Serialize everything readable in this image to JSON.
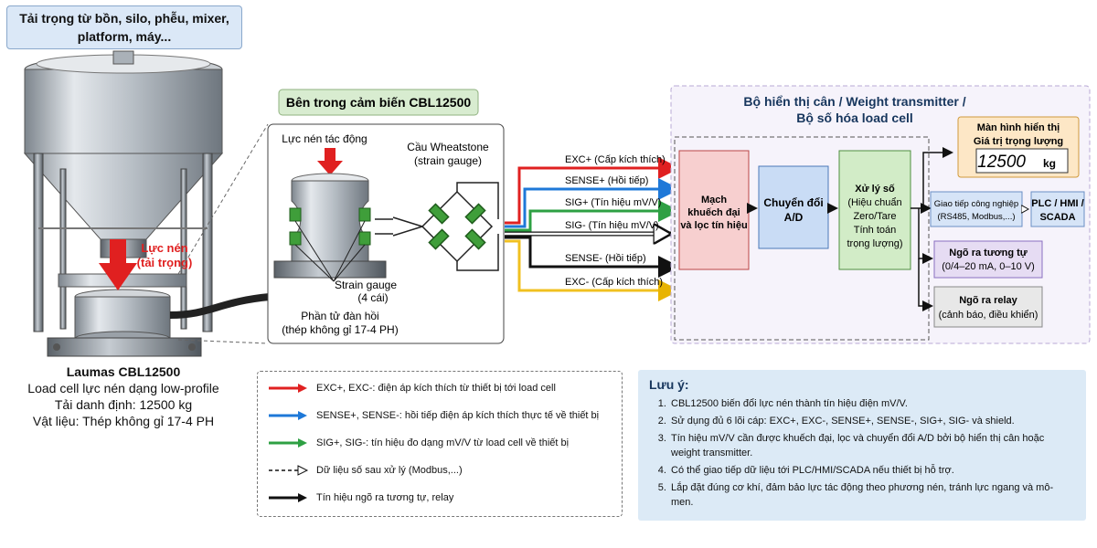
{
  "load_title": "Tải trọng từ bồn, silo, phễu, mixer, platform, máy...",
  "load_title_line1": "Tải trọng từ bồn, silo, phễu, mixer,",
  "load_title_line2": "platform, máy...",
  "force_label_line1": "Lực nén",
  "force_label_line2": "(tải trọng)",
  "product": {
    "name": "Laumas CBL12500",
    "type": "Load cell lực nén dạng low-profile",
    "rated_load": "Tải danh định: 12500 kg",
    "material": "Vật liệu: Thép không gỉ 17-4 PH"
  },
  "sensor": {
    "title": "Bên trong cảm biến CBL12500",
    "force_label": "Lực nén tác động",
    "bridge_label_line1": "Cầu Wheatstone",
    "bridge_label_line2": "(strain gauge)",
    "gauge_label_line1": "Strain gauge",
    "gauge_label_line2": "(4 cái)",
    "elastic_line1": "Phần tử đàn hồi",
    "elastic_line2": "(thép không gỉ 17-4 PH)"
  },
  "signals": [
    {
      "label": "EXC+ (Cấp kích thích)",
      "color": "#e02020"
    },
    {
      "label": "SENSE+ (Hồi tiếp)",
      "color": "#1e78d8"
    },
    {
      "label": "SIG+ (Tín hiệu mV/V)",
      "color": "#2ea043"
    },
    {
      "label": "SIG- (Tín hiệu mV/V)",
      "color": "#ffffff"
    },
    {
      "label": "SENSE- (Hồi tiếp)",
      "color": "#111111"
    },
    {
      "label": "EXC- (Cấp kích thích)",
      "color": "#f0c020"
    }
  ],
  "transmitter": {
    "title_line1": "Bộ hiển thị cân / Weight transmitter /",
    "title_line2": "Bộ số hóa load cell",
    "amp_line1": "Mạch",
    "amp_line2": "khuếch đại",
    "amp_line3": "và lọc tín hiệu",
    "adc_line1": "Chuyển đổi",
    "adc_line2": "A/D",
    "proc_line1": "Xử lý số",
    "proc_line2": "(Hiệu chuẩn",
    "proc_line3": "Zero/Tare",
    "proc_line4": "Tính toán",
    "proc_line5": "trọng lượng)",
    "display_line1": "Màn hình hiển thị",
    "display_line2": "Giá trị trọng lượng",
    "display_value": "12500",
    "display_unit": "kg",
    "comm_line1": "Giao tiếp công nghiệp",
    "comm_line2": "(RS485, Modbus,...)",
    "plc_line1": "PLC / HMI /",
    "plc_line2": "SCADA",
    "analog_line1": "Ngõ ra tương tự",
    "analog_line2": "(0/4–20 mA, 0–10 V)",
    "relay_line1": "Ngõ ra relay",
    "relay_line2": "(cảnh báo, điều khiển)"
  },
  "legend": [
    {
      "style": "red",
      "text": "EXC+, EXC-: điện áp kích thích từ thiết bị tới load cell"
    },
    {
      "style": "blue",
      "text": "SENSE+, SENSE-: hồi tiếp điện áp kích thích thực tế về thiết bị"
    },
    {
      "style": "green",
      "text": "SIG+, SIG-: tín hiệu đo dạng mV/V từ load cell về thiết bị"
    },
    {
      "style": "dashed",
      "text": "Dữ liệu số sau xử lý (Modbus,...)"
    },
    {
      "style": "black",
      "text": "Tín hiệu ngõ ra tương tự, relay"
    }
  ],
  "notes": {
    "title": "Lưu ý:",
    "items": [
      "CBL12500 biến đổi lực nén thành tín hiệu điện mV/V.",
      "Sử dụng đủ 6 lõi cáp: EXC+, EXC-, SENSE+, SENSE-, SIG+, SIG- và shield.",
      "Tín hiệu mV/V cần được khuếch đại, lọc và chuyển đổi A/D bởi bộ hiển thị cân hoặc weight transmitter.",
      "Có thể giao tiếp dữ liệu tới PLC/HMI/SCADA nếu thiết bị hỗ trợ.",
      "Lắp đặt đúng cơ khí, đảm bảo lực tác động theo phương nén, tránh lực ngang và mô-men."
    ]
  },
  "colors": {
    "exc": "#e02020",
    "sense": "#1e78d8",
    "sig": "#2ea043",
    "exc_minus": "#f0c020",
    "amp_fill": "#f7cfcf",
    "adc_fill": "#c9dcf5",
    "proc_fill": "#d2ecc7",
    "display_fill": "#fde7c6",
    "comm_fill": "#d6e4f7",
    "analog_fill": "#e6dcf3",
    "relay_fill": "#e8e8e8",
    "panel_fill": "#f6f3fb"
  }
}
